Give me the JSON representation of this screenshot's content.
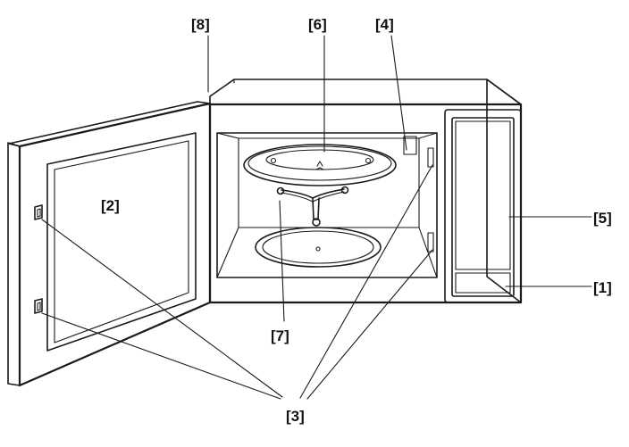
{
  "callouts": {
    "c1": "[1]",
    "c2": "[2]",
    "c3": "[3]",
    "c4": "[4]",
    "c5": "[5]",
    "c6": "[6]",
    "c7": "[7]",
    "c8": "[8]"
  },
  "colors": {
    "line": "#1a1a1a",
    "door_panel": "#ffffff",
    "background": "#ffffff"
  }
}
